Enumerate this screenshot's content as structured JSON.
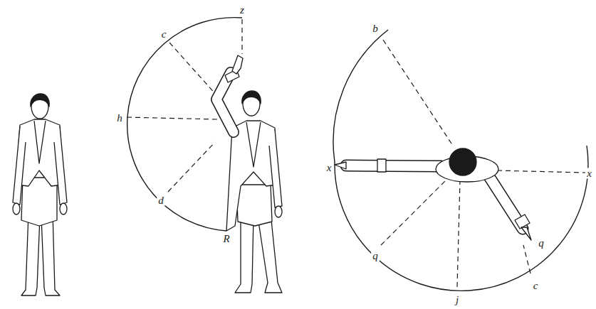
{
  "diagram": {
    "labels": [
      "z",
      "c",
      "h",
      "d",
      "R",
      "b",
      "x",
      "x",
      "q",
      "j",
      "c",
      "q"
    ]
  }
}
